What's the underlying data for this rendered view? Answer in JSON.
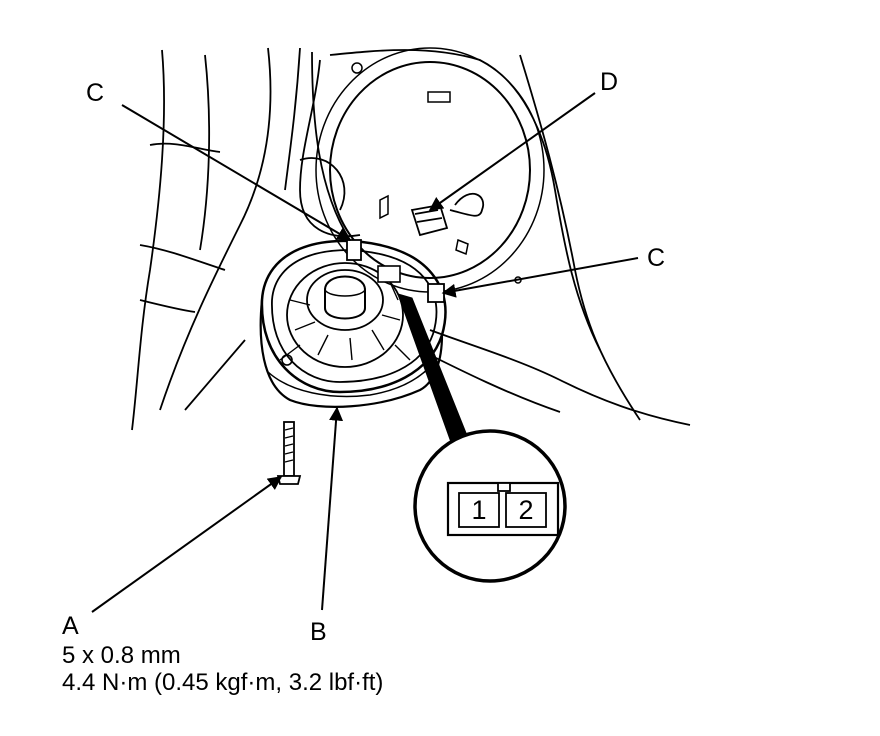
{
  "callouts": {
    "a": "A",
    "b": "B",
    "c_left": "C",
    "c_right": "C",
    "d": "D"
  },
  "bolt_spec": {
    "size": "5 x 0.8 mm",
    "torque": "4.4 N·m (0.45 kgf·m, 3.2 lbf·ft)"
  },
  "connector_detail": {
    "pins": [
      "1",
      "2"
    ]
  }
}
